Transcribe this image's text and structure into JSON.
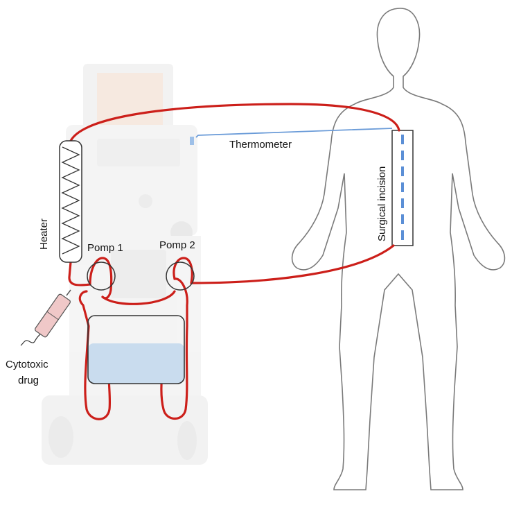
{
  "labels": {
    "thermometer": "Thermometer",
    "surgical_incision": "Surgical incision",
    "heater": "Heater",
    "pump1": "Pomp 1",
    "pump2": "Pomp 2",
    "drug_line1": "Cytotoxic",
    "drug_line2": "drug"
  },
  "colors": {
    "circuit": "#cc1f1a",
    "thermometer_line": "#6a9bd8",
    "incision_dash": "#5b8fd6",
    "reservoir_fluid": "#c9dcee",
    "syringe": "#f0c8c8",
    "machine": "#eeeeee",
    "outline": "#333333",
    "body_outline": "#7a7a7a"
  }
}
